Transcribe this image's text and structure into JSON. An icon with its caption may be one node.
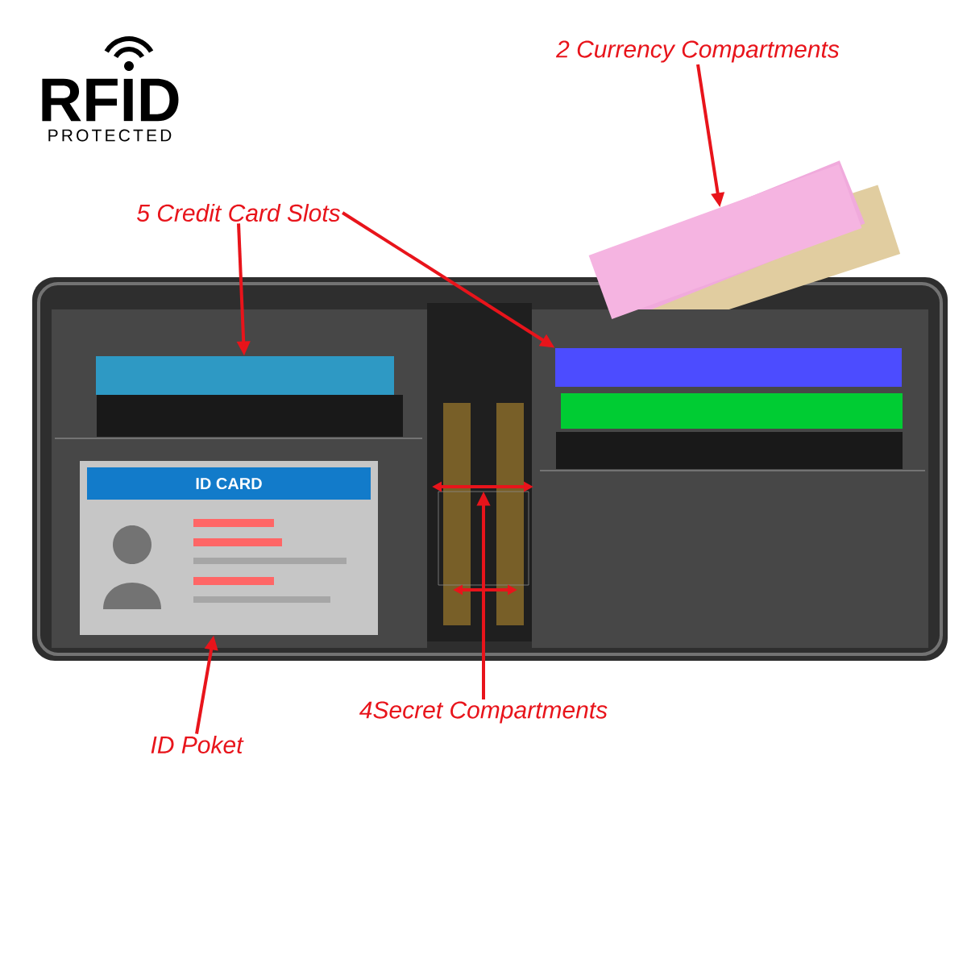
{
  "diagram": {
    "nodes": [
      {
        "text": [
          "2 Currency Compartments"
        ]
      },
      {
        "text": [],
        "shape": "box"
      },
      {
        "text": [
          "5 Credit Card Slots"
        ]
      },
      {
        "text": [],
        "shape": "box"
      },
      {
        "text": [],
        "shape": "box"
      },
      {
        "text": [
          "4Secret Compartments"
        ]
      },
      {
        "text": [],
        "shape": "box"
      },
      {
        "text": [
          "ID Poket"
        ]
      },
      {
        "text": [],
        "shape": "box"
      }
    ],
    "edges": [
      {
        "from": 0,
        "to": 1,
        "arrow": "to"
      },
      {
        "from": 2,
        "to": 3,
        "arrow": "to"
      },
      {
        "from": 2,
        "to": 4,
        "arrow": "to"
      },
      {
        "from": 5,
        "to": 6,
        "arrow": "to"
      },
      {
        "from": 7,
        "to": 8,
        "arrow": "to"
      }
    ],
    "labels": [
      "RFID",
      "PROTECTED",
      "ID CARD"
    ]
  }
}
